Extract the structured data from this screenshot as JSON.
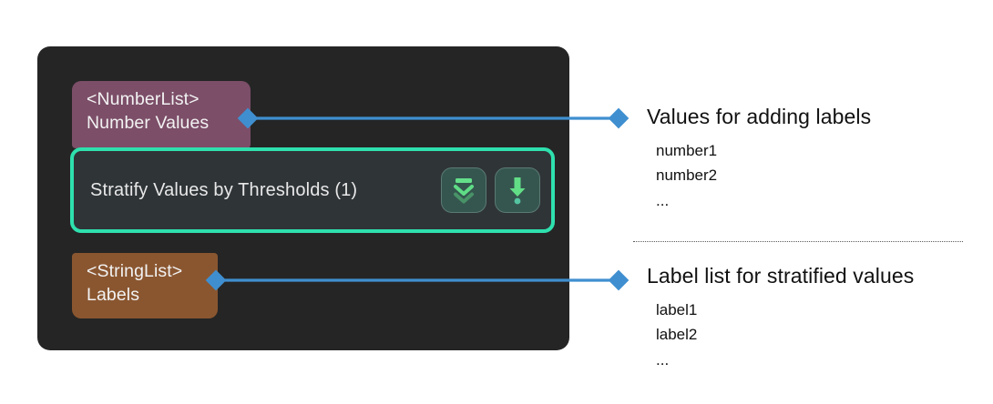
{
  "canvas": {
    "background": "#ffffff",
    "panel_background": "#252525"
  },
  "node": {
    "title": "Stratify Values by Thresholds (1)",
    "accent_color": "#2ee0ad",
    "body_background": "#2f3437",
    "actions": [
      {
        "name": "collapse-all-icon",
        "tooltip": "Collapse"
      },
      {
        "name": "drop-down-icon",
        "tooltip": "Drop"
      }
    ],
    "ports": [
      {
        "id": "number-values",
        "type": "<NumberList>",
        "title": "Number Values",
        "color": "#7c4e68"
      },
      {
        "id": "labels",
        "type": "<StringList>",
        "title": "Labels",
        "color": "#8a5630"
      }
    ]
  },
  "connectors": {
    "color": "#3f8fd0",
    "items": [
      {
        "from_port": "number-values",
        "to_annotation": "values"
      },
      {
        "from_port": "labels",
        "to_annotation": "labels"
      }
    ]
  },
  "annotations": [
    {
      "id": "values",
      "heading": "Values for adding labels",
      "items": [
        "number1",
        "number2",
        "..."
      ]
    },
    {
      "id": "labels",
      "heading": "Label list for stratified values",
      "items": [
        "label1",
        "label2",
        "..."
      ]
    }
  ],
  "divider": {
    "style": "dotted",
    "color": "#5b5b5b"
  }
}
